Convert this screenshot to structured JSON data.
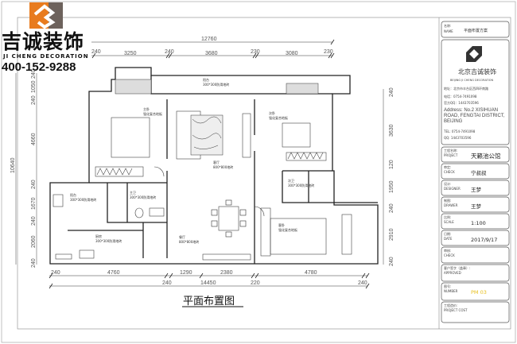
{
  "brand": {
    "name_cn": "吉诚装饰",
    "name_en": "JI CHENG DECORATION",
    "phone": "400-152-9288",
    "orange": "#e87b1e",
    "gray": "#6d625c"
  },
  "drawing_title": "平面布置图",
  "dims": {
    "top_total": "12760",
    "top": [
      "240",
      "3250",
      "240",
      "3680",
      "230",
      "3080",
      "230"
    ],
    "bottom": [
      "240",
      "4760",
      "1290",
      "2380",
      "4780"
    ],
    "bottom2": [
      "240",
      "14450",
      "220",
      "240"
    ],
    "left_total": "10640",
    "left": [
      "240",
      "1050",
      "240",
      "4660",
      "240",
      "1670",
      "240",
      "2060",
      "240"
    ],
    "right": [
      "240",
      "3630",
      "120",
      "1950",
      "240",
      "2910",
      "240"
    ]
  },
  "rooms": {
    "balcony": {
      "name": "阳台",
      "floor": "300*300防滑地砖"
    },
    "master": {
      "name": "主卧",
      "floor": "强化复合地板"
    },
    "living": {
      "name": "客厅",
      "floor": "800*800地砖"
    },
    "second": {
      "name": "次卧",
      "floor": "强化复合地板"
    },
    "utility": {
      "name": "阳台",
      "floor": "300*300防滑地砖"
    },
    "bath1": {
      "name": "主卫",
      "floor": "300*300防滑地砖"
    },
    "kitchen": {
      "name": "厨房",
      "floor": "300*300防滑地砖"
    },
    "dining": {
      "name": "餐厅",
      "floor": "800*800地砖"
    },
    "bath2": {
      "name": "次卫",
      "floor": "300*300防滑地砖"
    },
    "guest": {
      "name": "客卧",
      "floor": "强化复合地板"
    }
  },
  "title_block": {
    "name_label": "名称:",
    "name_label_en": "NAME",
    "name_value": "平面布置方案",
    "company_cn": "北京吉诚装饰",
    "company_en": "BEIJING JI CHENG DECORATION",
    "address_cn": "地址：北京市丰台区西四环南路",
    "tel": "电话：0754-7491098",
    "qq": "官方QQ：1443703596",
    "address_en": "Address: No.2 XISIHUAN ROAD, FENGTAI DISTRICT, BEIJING",
    "tel_en": "TEL: 0754-7491098",
    "qq_en": "QQ: 1443703596",
    "rows": [
      {
        "label": "工程名称:",
        "label_en": "PROJECT",
        "value": "天籁池公馆"
      },
      {
        "label": "审定:",
        "label_en": "CHECK",
        "value": "宁叔叔"
      },
      {
        "label": "设计:",
        "label_en": "DESIGNER",
        "value": "王梦"
      },
      {
        "label": "制图:",
        "label_en": "DRAWER",
        "value": "王梦"
      },
      {
        "label": "比例:",
        "label_en": "SCALE",
        "value": "1:100"
      },
      {
        "label": "日期:",
        "label_en": "DATE",
        "value": "2017/9/17"
      },
      {
        "label": "审核:",
        "label_en": "CHECK",
        "value": ""
      },
      {
        "label": "客户签字（盖章）:",
        "label_en": "APPROVED",
        "value": ""
      },
      {
        "label": "图号:",
        "label_en": "NUMBER",
        "value": "PM 03"
      },
      {
        "label": "工程造价:",
        "label_en": "PROJECT COST",
        "value": ""
      }
    ],
    "number_color": "#e8c020"
  }
}
